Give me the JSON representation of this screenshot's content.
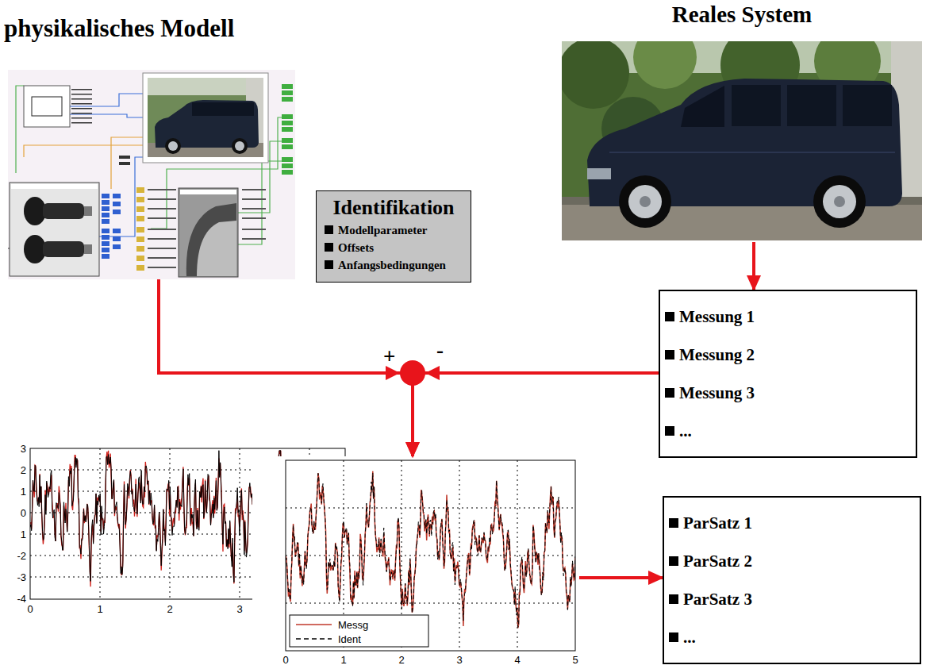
{
  "diagram": {
    "nodes": [
      {
        "text": [
          "physikalisches Modell"
        ]
      },
      {
        "text": [
          "Reales System"
        ]
      },
      {
        "text": [
          "Identifikation",
          "Modellparameter",
          "Offsets",
          "Anfangsbedingungen"
        ]
      },
      {
        "text": [
          "Messung 1",
          "Messung 2",
          "Messung 3",
          "..."
        ]
      },
      {
        "text": [
          "0",
          "1",
          "2",
          "3",
          "4",
          "5"
        ]
      },
      {
        "text": [
          "ParSatz 1",
          "ParSatz 2",
          "ParSatz 3",
          "..."
        ]
      }
    ],
    "edges": [
      {
        "from": 1,
        "to": 3,
        "arrow": "to"
      },
      {
        "from": 0,
        "to": 4,
        "arrow": "to"
      },
      {
        "from": 3,
        "to": 4,
        "arrow": "to"
      },
      {
        "from": 4,
        "to": 5,
        "arrow": "to"
      }
    ],
    "labels": [
      "+",
      "-",
      "3",
      "2",
      "1",
      "0",
      "1",
      "-2",
      "-3",
      "-4",
      "0",
      "1",
      "2",
      "3"
    ],
    "legend": [
      {
        "text": "Messg"
      },
      {
        "text": "Ident"
      }
    ]
  }
}
